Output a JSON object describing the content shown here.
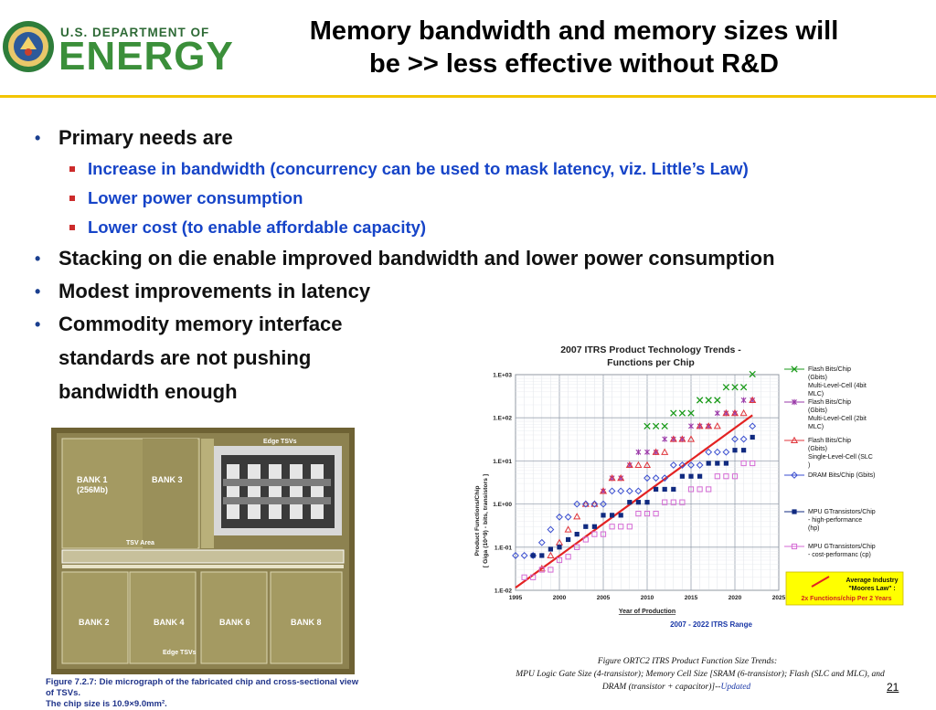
{
  "header": {
    "org_small": "U.S. DEPARTMENT OF",
    "org_big": "ENERGY",
    "title_line1": "Memory bandwidth and memory sizes will",
    "title_line2": "be >> less effective without R&D"
  },
  "bullets": {
    "b1": "Primary needs are",
    "b1_subs": [
      "Increase in bandwidth (concurrency can be used to mask latency, viz. Little’s Law)",
      "Lower power consumption",
      "Lower cost (to enable affordable capacity)"
    ],
    "b2": "Stacking on die enable improved bandwidth and lower power consumption",
    "b3": "Modest improvements in latency",
    "b4_lines": [
      "Commodity memory interface",
      "standards are not pushing",
      "bandwidth enough"
    ]
  },
  "photo": {
    "labels": {
      "bank1": "BANK 1",
      "bank1_size": "(256Mb)",
      "bank3": "BANK 3",
      "edge_top": "Edge TSVs",
      "tsv_area": "TSV Area",
      "bank2": "BANK 2",
      "bank4": "BANK 4",
      "bank6": "BANK 6",
      "bank8": "BANK 8",
      "edge_bottom": "Edge TSVs"
    },
    "caption_line1": "Figure 7.2.7: Die micrograph of the fabricated chip and cross-sectional view of TSVs.",
    "caption_line2": "The chip size is 10.9×9.0mm²."
  },
  "chart_data": {
    "type": "scatter",
    "title": "2007 ITRS Product Technology Trends -",
    "subtitle": "Functions per Chip",
    "xlabel": "Year of Production",
    "ylabel_line1": "Product Functions/Chip",
    "ylabel_line2": "[ Giga (10^9) - bits, transistors ]",
    "xlim": [
      1995,
      2025
    ],
    "ylim_log10": [
      -2,
      3
    ],
    "x_ticks": [
      "1995",
      "2000",
      "2005",
      "2010",
      "2015",
      "2020",
      "2025"
    ],
    "y_ticks": [
      "1.E-02",
      "1.E-01",
      "1.E+00",
      "1.E+01",
      "1.E+02",
      "1.E+03"
    ],
    "range_label": "2007 - 2022 ITRS Range",
    "series": [
      {
        "name": "Flash Bits/Chip (Gbits) Multi-Level-Cell (4bit MLC)",
        "color": "#1a9a1a",
        "marker": "x",
        "x": [
          2010,
          2011,
          2012,
          2013,
          2014,
          2015,
          2016,
          2017,
          2018,
          2019,
          2020,
          2021,
          2022
        ],
        "y": [
          64,
          64,
          64,
          128,
          128,
          128,
          256,
          256,
          256,
          512,
          512,
          512,
          1024
        ]
      },
      {
        "name": "Flash Bits/Chip (Gbits) Multi-Level-Cell (2bit MLC)",
        "color": "#9a3aa8",
        "marker": "star",
        "x": [
          2005,
          2006,
          2007,
          2008,
          2009,
          2010,
          2011,
          2012,
          2013,
          2014,
          2015,
          2016,
          2017,
          2018,
          2019,
          2020,
          2021,
          2022
        ],
        "y": [
          2,
          4,
          4,
          8,
          16,
          16,
          16,
          32,
          32,
          32,
          64,
          64,
          64,
          128,
          128,
          128,
          256,
          256
        ]
      },
      {
        "name": "Flash Bits/Chip (Gbits) Single-Level-Cell (SLC )",
        "color": "#e0353b",
        "marker": "triangle",
        "x": [
          1998,
          1999,
          2000,
          2001,
          2002,
          2003,
          2004,
          2005,
          2006,
          2007,
          2008,
          2009,
          2010,
          2011,
          2012,
          2013,
          2014,
          2015,
          2016,
          2017,
          2018,
          2019,
          2020,
          2021,
          2022
        ],
        "y": [
          0.032,
          0.064,
          0.128,
          0.256,
          0.512,
          1,
          1,
          2,
          4,
          4,
          8,
          8,
          8,
          16,
          16,
          32,
          32,
          32,
          64,
          64,
          64,
          128,
          128,
          128,
          256
        ]
      },
      {
        "name": "DRAM Bits/Chip (Gbits)",
        "color": "#3a4ed0",
        "marker": "diamond",
        "x": [
          1995,
          1996,
          1997,
          1998,
          1999,
          2000,
          2001,
          2002,
          2003,
          2004,
          2005,
          2006,
          2007,
          2008,
          2009,
          2010,
          2011,
          2012,
          2013,
          2014,
          2015,
          2016,
          2017,
          2018,
          2019,
          2020,
          2021,
          2022
        ],
        "y": [
          0.064,
          0.064,
          0.064,
          0.128,
          0.256,
          0.5,
          0.5,
          1,
          1,
          1,
          1,
          2,
          2,
          2,
          2,
          4,
          4,
          4,
          8,
          8,
          8,
          8,
          16,
          16,
          16,
          32,
          32,
          64
        ]
      },
      {
        "name": "MPU GTransistors/Chip - high-performance (hp)",
        "color": "#102a80",
        "marker": "square",
        "x": [
          1997,
          1998,
          1999,
          2000,
          2001,
          2002,
          2003,
          2004,
          2005,
          2006,
          2007,
          2008,
          2009,
          2010,
          2011,
          2012,
          2013,
          2014,
          2015,
          2016,
          2017,
          2018,
          2019,
          2020,
          2021,
          2022
        ],
        "y": [
          0.064,
          0.064,
          0.09,
          0.1,
          0.15,
          0.2,
          0.3,
          0.3,
          0.55,
          0.55,
          0.55,
          1.1,
          1.1,
          1.1,
          2.2,
          2.2,
          2.2,
          4.4,
          4.4,
          4.4,
          8.8,
          8.8,
          8.8,
          17.7,
          17.7,
          35.4
        ]
      },
      {
        "name": "MPU GTransistors/Chip - cost-performanc (cp)",
        "color": "#d46ad4",
        "marker": "square-open",
        "x": [
          1996,
          1997,
          1998,
          1999,
          2000,
          2001,
          2002,
          2003,
          2004,
          2005,
          2006,
          2007,
          2008,
          2009,
          2010,
          2011,
          2012,
          2013,
          2014,
          2015,
          2016,
          2017,
          2018,
          2019,
          2020,
          2021,
          2022
        ],
        "y": [
          0.02,
          0.02,
          0.03,
          0.03,
          0.05,
          0.06,
          0.1,
          0.15,
          0.2,
          0.2,
          0.3,
          0.3,
          0.3,
          0.6,
          0.6,
          0.6,
          1.1,
          1.1,
          1.1,
          2.2,
          2.2,
          2.2,
          4.4,
          4.4,
          4.4,
          8.8,
          8.8
        ]
      }
    ],
    "moores_law": {
      "label_line1": "Average Industry",
      "label_line2": "\"Moores Law\" :",
      "label_line3": "2x Functions/chip Per 2 Years",
      "x": [
        1995,
        2022
      ],
      "y": [
        0.0115,
        115
      ]
    },
    "figure_caption": {
      "line1": "Figure ORTC2        ITRS Product Function Size Trends:",
      "line2": "MPU Logic Gate Size (4-transistor); Memory Cell Size [SRAM (6-transistor); Flash (SLC and MLC), and",
      "line3_prefix": "DRAM (transistor + capacitor)]--",
      "line3_updated": "Updated"
    }
  },
  "page_number": "21"
}
